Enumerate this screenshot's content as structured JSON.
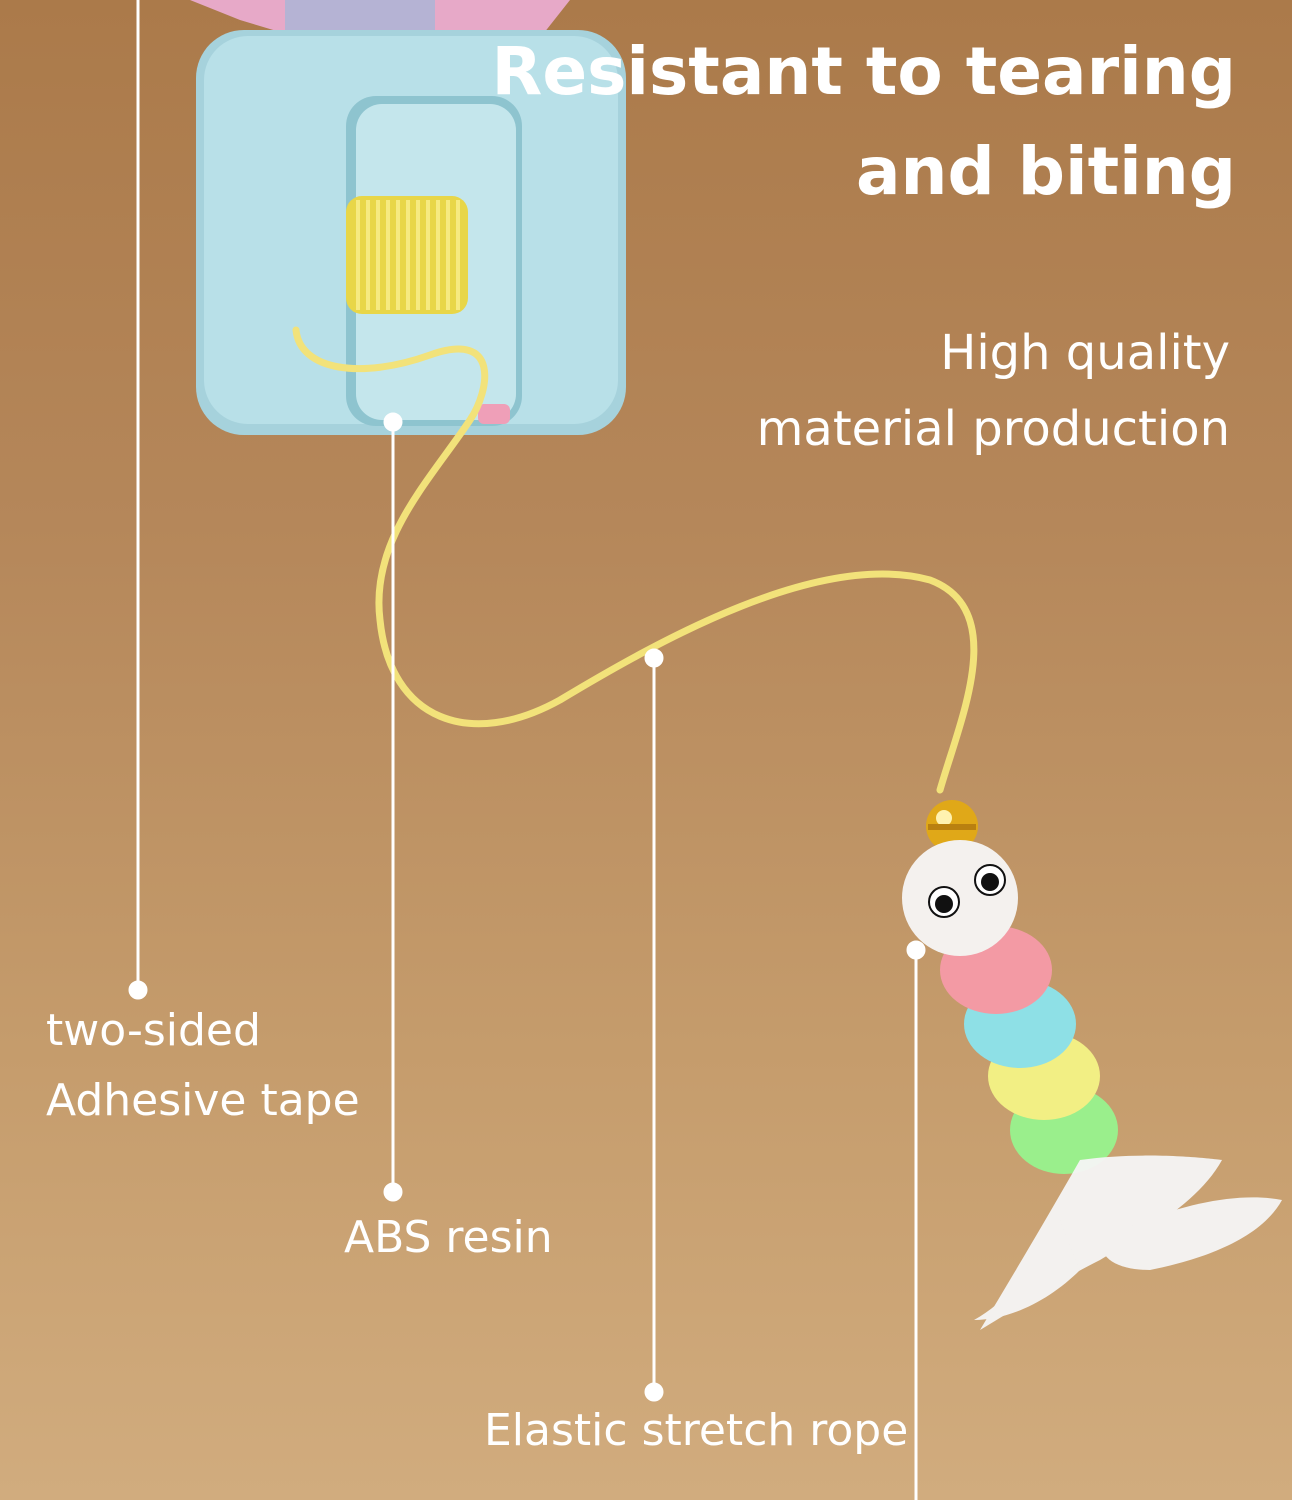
{
  "headline": {
    "line1": "Resistant to tearing",
    "line2": "and biting"
  },
  "subheadline": {
    "line1": "High quality",
    "line2": "material production"
  },
  "callouts": {
    "tape": {
      "line1": "two-sided",
      "line2": "Adhesive tape"
    },
    "abs": {
      "label": "ABS resin"
    },
    "rope": {
      "label": "Elastic stretch rope"
    }
  },
  "colors": {
    "background_top": "#ab7a4a",
    "background_bottom": "#d1ac7e",
    "text": "#ffffff",
    "leader_line": "#ffffff",
    "mount_body": "#b4dde6",
    "spring": "#f0e05a",
    "rope": "#f2e27a",
    "bell": "#e0a818",
    "worm_head": "#f4f1ee",
    "worm_segments": [
      "#f39aa4",
      "#8ee0e6",
      "#f2ef84",
      "#9aef8c"
    ],
    "feather": "#f6f6f6"
  }
}
